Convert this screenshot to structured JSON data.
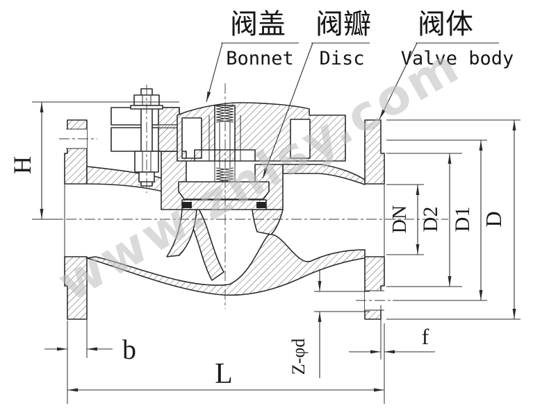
{
  "drawing": {
    "kind": "check-valve cross-section engineering drawing",
    "watermark": "www.zhlsy.com",
    "colors": {
      "line": "#2b2b2b",
      "background": "#ffffff",
      "watermark": "#bdbdbd"
    },
    "part_labels": {
      "bonnet": {
        "zh": "阀盖",
        "en": "Bonnet"
      },
      "disc": {
        "zh": "阀瓣",
        "en": "Disc"
      },
      "valve_body": {
        "zh": "阀体",
        "en": "Valve body"
      }
    },
    "dim_labels": {
      "H": "H",
      "DN": "DN",
      "D2": "D2",
      "D1": "D1",
      "D": "D",
      "b": "b",
      "L": "L",
      "f": "f",
      "Zd": "Z-φd"
    }
  }
}
